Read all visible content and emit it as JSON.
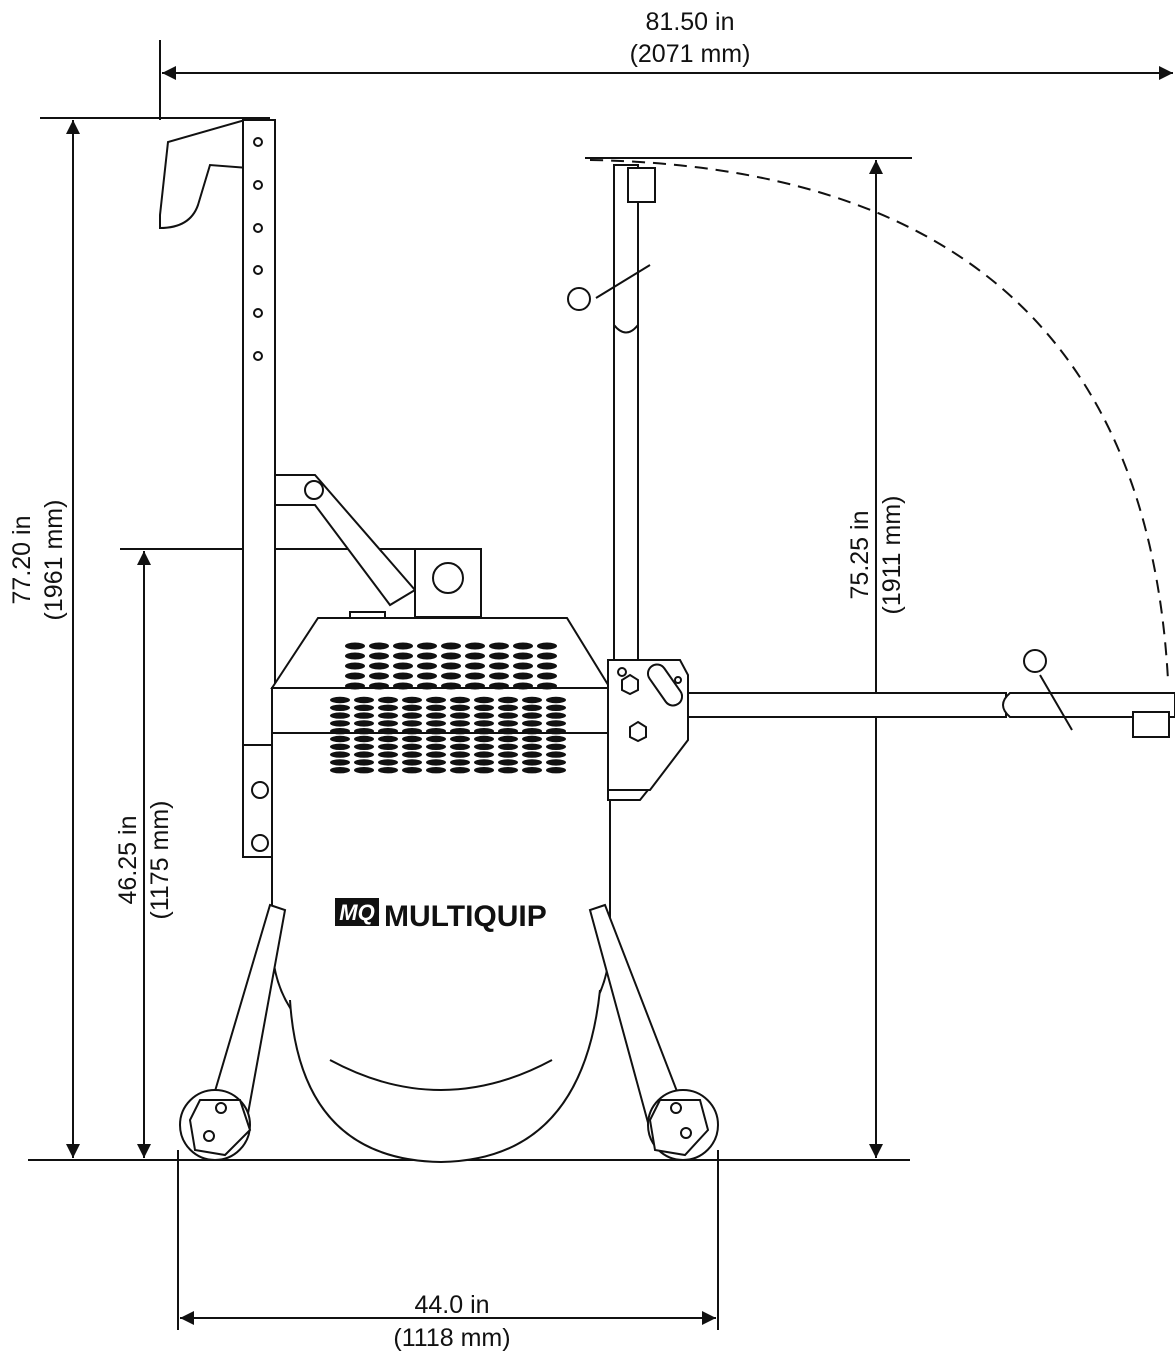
{
  "brand": {
    "mark": "MQ",
    "name": "MULTIQUIP"
  },
  "dimensions": {
    "overall_length": {
      "imperial": "81.50 in",
      "metric": "(2071 mm)"
    },
    "overall_height": {
      "imperial": "77.20 in",
      "metric": "(1961 mm)"
    },
    "body_height": {
      "imperial": "46.25 in",
      "metric": "(1175 mm)"
    },
    "handle_swing_height": {
      "imperial": "75.25 in",
      "metric": "(1911 mm)"
    },
    "wheel_base": {
      "imperial": "44.0 in",
      "metric": "(1118 mm)"
    }
  },
  "colors": {
    "ink": "#111111",
    "paper": "#ffffff"
  }
}
